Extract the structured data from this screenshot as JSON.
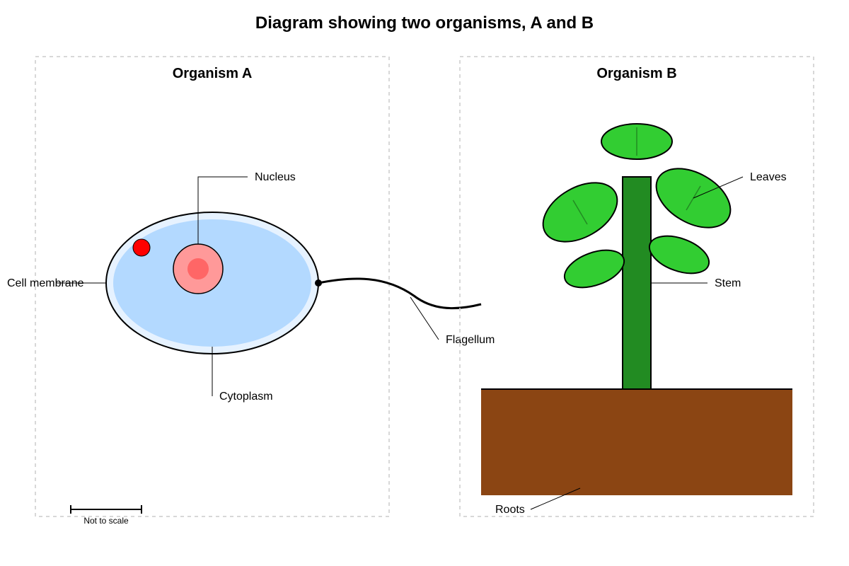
{
  "title": "Diagram showing two organisms, A and B",
  "organism_a": {
    "title": "Organism A",
    "labels": {
      "nucleus": "Nucleus",
      "cell_membrane": "Cell membrane",
      "cytoplasm": "Cytoplasm",
      "flagellum": "Flagellum"
    },
    "scale_bar_text": "Not to scale"
  },
  "organism_b": {
    "title": "Organism B",
    "labels": {
      "leaves": "Leaves",
      "stem": "Stem",
      "roots": "Roots"
    }
  },
  "colors": {
    "cell_membrane_fill": "#e6f2ff",
    "cytoplasm": "#b3d9ff",
    "nucleus": "#ff9999",
    "nucleolus": "#ff6666",
    "red_organelle": "#ff0000",
    "leaf": "#32cd32",
    "leaf_vein": "#228b22",
    "stem": "#228b22",
    "soil": "#8b4513"
  }
}
